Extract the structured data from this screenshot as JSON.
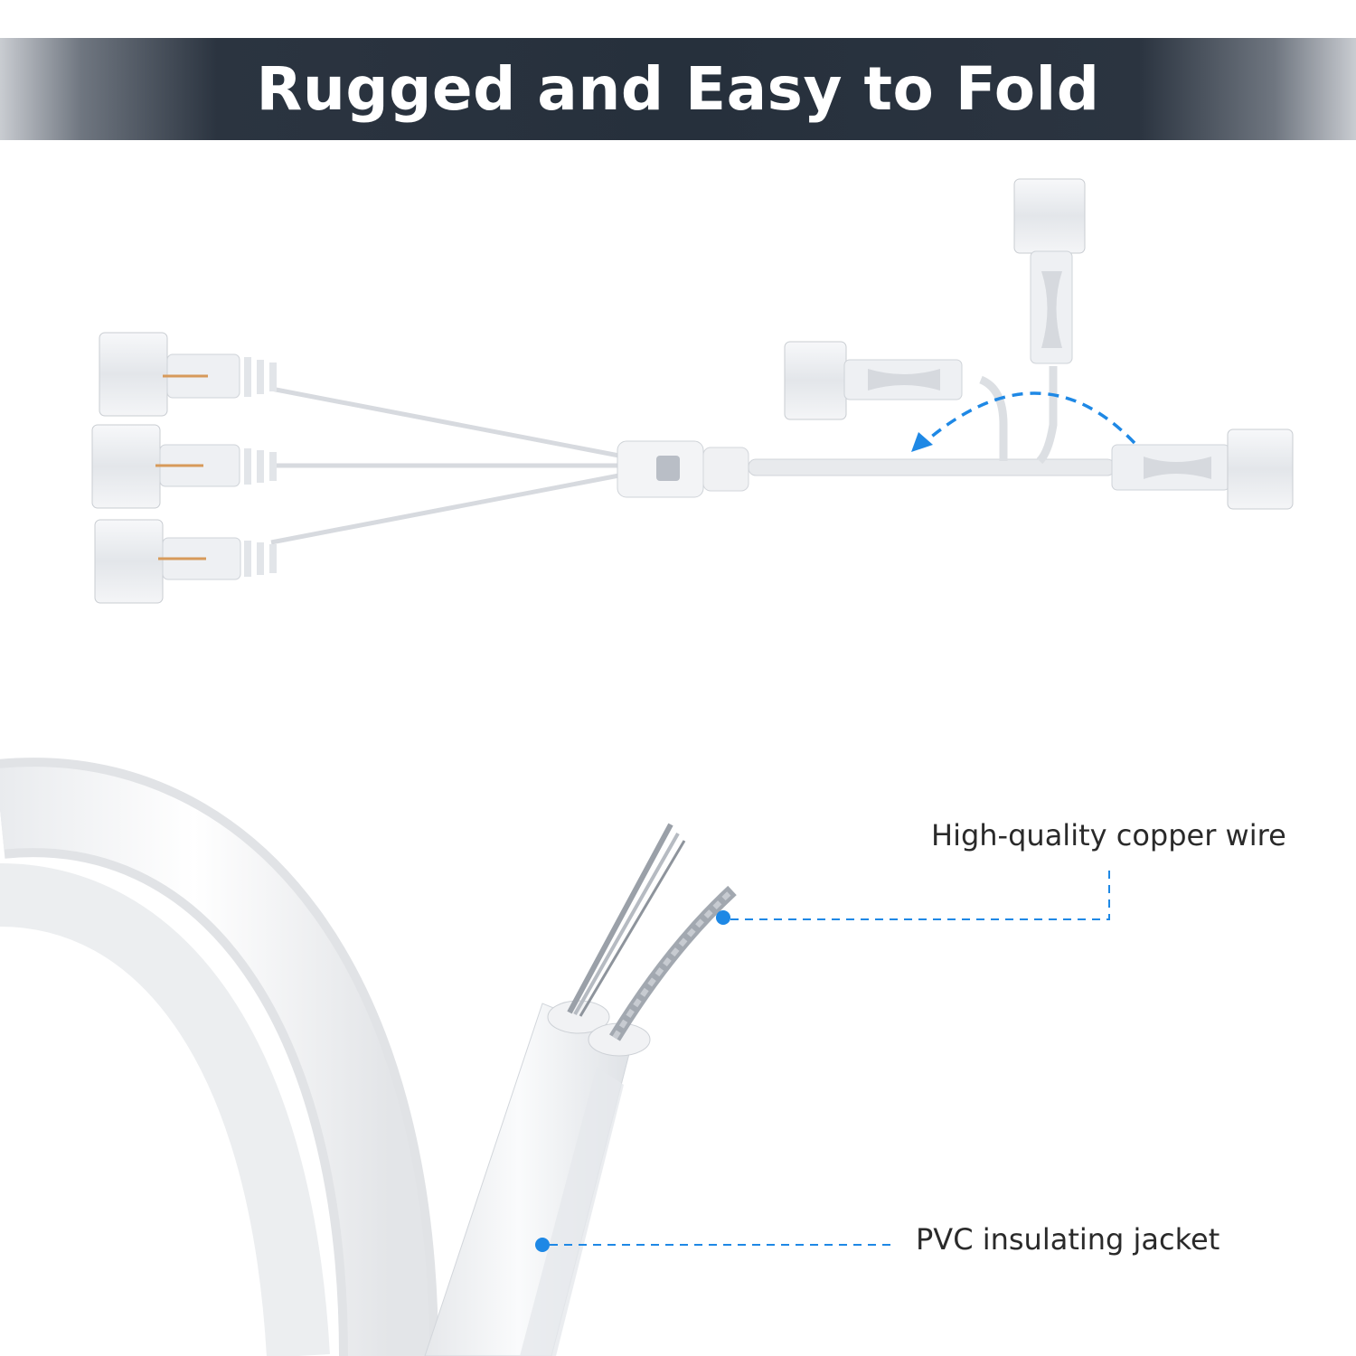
{
  "header": {
    "title": "Rugged and Easy to Fold"
  },
  "callouts": {
    "copper": "High-quality copper wire",
    "pvc": "PVC insulating jacket"
  },
  "colors": {
    "banner": "#26303c",
    "accent": "#1e88e5",
    "cable": "#f2f3f5"
  },
  "icons": {
    "fold": "curved-arrow-icon"
  }
}
